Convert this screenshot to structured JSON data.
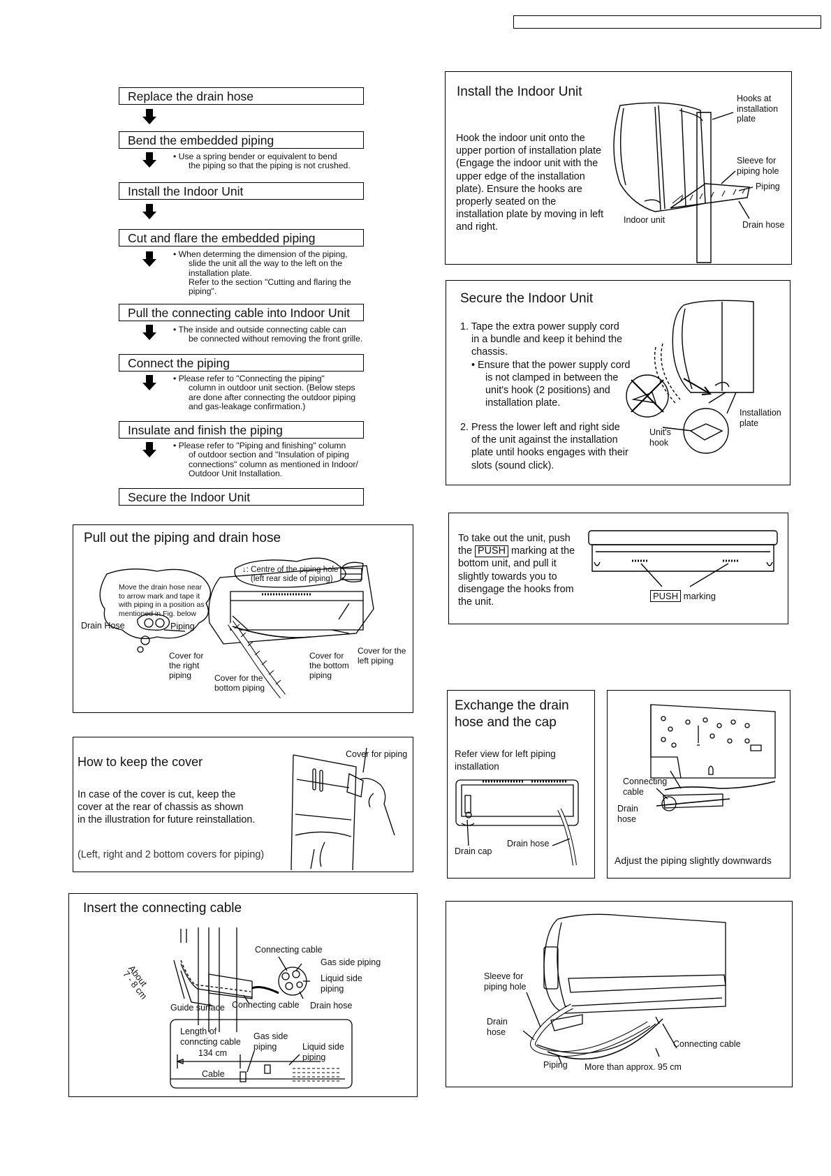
{
  "flow": {
    "steps": [
      "Replace the drain hose",
      "Bend the embedded piping",
      "Install the Indoor Unit",
      "Cut and flare the embedded piping",
      "Pull the connecting cable into Indoor Unit",
      "Connect the piping",
      "Insulate and finish the piping",
      "Secure the Indoor Unit"
    ],
    "notes": {
      "bend": [
        "• Use a spring bender or equivalent to bend",
        "the piping so that the piping is not crushed."
      ],
      "cut": [
        "• When determing the dimension of the piping,",
        "slide the unit all the way to the left on the",
        "installation plate.",
        "Refer to the section \"Cutting and flaring the",
        "piping\"."
      ],
      "pull": [
        "• The inside and outside connecting cable can",
        "be connected without removing the front grille."
      ],
      "connect": [
        "• Please refer to \"Connecting the piping\"",
        "column in outdoor unit section. (Below steps",
        "are done after connecting the outdoor piping",
        "and gas-leakage confirmation.)"
      ],
      "insulate": [
        "• Please refer to \"Piping and finishing\" column",
        "of outdoor section and \"Insulation of piping",
        "connections\" column as mentioned in Indoor/",
        "Outdoor Unit Installation."
      ]
    }
  },
  "install_panel": {
    "title": "Install the Indoor Unit",
    "text": "Hook the indoor unit onto the upper portion of installation plate (Engage the indoor unit with the upper edge of the installation plate). Ensure the hooks are properly seated on the installation plate by moving in left and right.",
    "labels": {
      "hooks": [
        "Hooks at",
        "installation",
        "plate"
      ],
      "sleeve": [
        "Sleeve for",
        "piping hole"
      ],
      "piping": "Piping",
      "indoor": "Indoor unit",
      "drain": "Drain hose"
    }
  },
  "secure_panel": {
    "title": "Secure the Indoor Unit",
    "item1": [
      "1. Tape the extra power supply cord",
      "in a bundle and keep it behind the",
      "chassis."
    ],
    "bullet": [
      "•  Ensure that the power supply cord",
      "is not clamped in between the",
      "unit's hook (2 positions) and",
      "installation plate."
    ],
    "item2": [
      "2. Press the lower left and right side",
      "of the unit against the installation",
      "plate until hooks engages with their",
      "slots (sound click)."
    ],
    "labels": {
      "plate": [
        "Installation",
        "plate"
      ],
      "hook": [
        "Unit's",
        "hook"
      ]
    }
  },
  "push_panel": {
    "lines": [
      "To take out the unit, push",
      "marking at the",
      "bottom unit, and pull it",
      "slightly towards you to",
      "disengage the hooks from",
      "the unit."
    ],
    "the": "the",
    "push": "PUSH",
    "marking": "marking"
  },
  "pull_panel": {
    "title": "Pull out the piping and drain hose",
    "centre": [
      "↓: Centre of the piping hole",
      "(left rear side of piping)"
    ],
    "cloud": [
      "Move the drain hose near",
      "to arrow mark and tape it",
      "with piping in a position as",
      "mentioned in Fig. below"
    ],
    "drain": "Drain Hose",
    "piping": "Piping",
    "right_cover": [
      "Cover for",
      "the right",
      "piping"
    ],
    "bottom_cover": [
      "Cover for the",
      "bottom piping"
    ],
    "bottom_cover2": [
      "Cover for",
      "the bottom",
      "piping"
    ],
    "left_cover": [
      "Cover for the",
      "left piping"
    ]
  },
  "keep_panel": {
    "title": "How to keep the cover",
    "text": [
      "In case of the cover is cut, keep the",
      "cover at the rear of chassis as shown",
      "in the illustration for future reinstallation."
    ],
    "note": "(Left, right and 2 bottom covers for piping)",
    "label": "Cover for piping"
  },
  "exchange_panel": {
    "title": [
      "Exchange the drain",
      "hose and the cap"
    ],
    "text": [
      "Refer view for left piping",
      "installation"
    ],
    "cap": "Drain cap",
    "hose": "Drain hose"
  },
  "adjust_panel": {
    "cable": [
      "Connecting",
      "cable"
    ],
    "drain": [
      "Drain",
      "hose"
    ],
    "caption": "Adjust the piping slightly downwards"
  },
  "insert_panel": {
    "title": "Insert the connecting cable",
    "about": "About",
    "cm": "7 - 8 cm",
    "cable_top": "Connecting cable",
    "gas": "Gas side piping",
    "liquid": [
      "Liquid side",
      "piping"
    ],
    "guide": "Guide surface",
    "cable_bottom": "Connecting cable",
    "drain": "Drain hose",
    "length": [
      "Length of",
      "conncting cable"
    ],
    "gas2": [
      "Gas side",
      "piping"
    ],
    "liquid2": [
      "Liquid side",
      "piping"
    ],
    "dist": "134 cm",
    "cable": "Cable"
  },
  "final_panel": {
    "sleeve": [
      "Sleeve for",
      "piping hole"
    ],
    "drain": [
      "Drain",
      "hose"
    ],
    "piping": "Piping",
    "more": "More than approx. 95 cm",
    "cable": "Connecting cable"
  }
}
